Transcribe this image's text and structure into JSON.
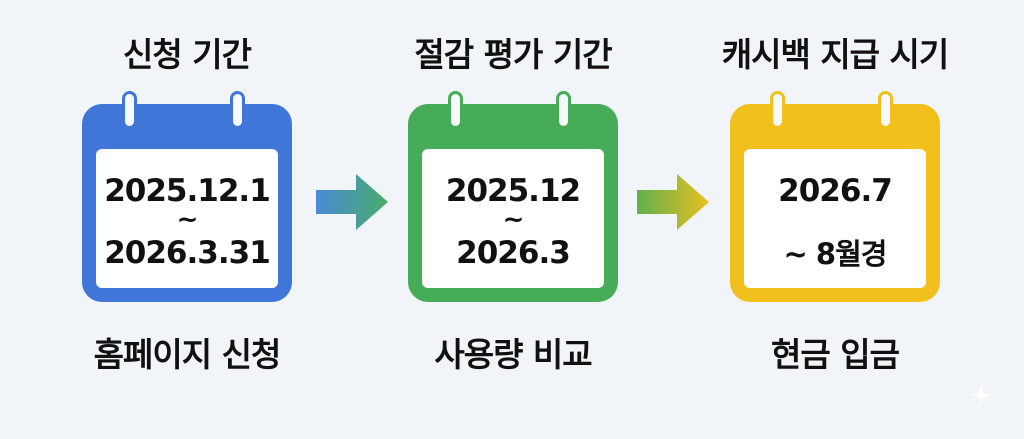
{
  "colors": {
    "background": "#f1f4f8",
    "step1_accent": "#3f76d8",
    "step2_accent": "#47ac57",
    "step3_accent": "#f2c01d",
    "arrow1_start": "#4a8bd6",
    "arrow1_end": "#49ac6a",
    "arrow2_start": "#5fb04f",
    "arrow2_end": "#e8c020"
  },
  "steps": [
    {
      "title": "신청 기간",
      "icon": "calendar-icon",
      "date_top": "2025.12.1",
      "date_mid": "~",
      "date_bottom": "2026.3.31",
      "caption": "홈페이지 신청"
    },
    {
      "title": "절감 평가 기간",
      "icon": "calendar-icon",
      "date_top": "2025.12",
      "date_mid": "~",
      "date_bottom": "2026.3",
      "caption": "사용량 비교"
    },
    {
      "title": "캐시백 지급 시기",
      "icon": "calendar-icon",
      "date_top": "2026.7",
      "date_mid": "",
      "date_bottom": "~ 8월경",
      "caption": "현금 입금"
    }
  ],
  "connectors": [
    "arrow-right-icon",
    "arrow-right-icon"
  ],
  "decoration": "sparkle-icon"
}
